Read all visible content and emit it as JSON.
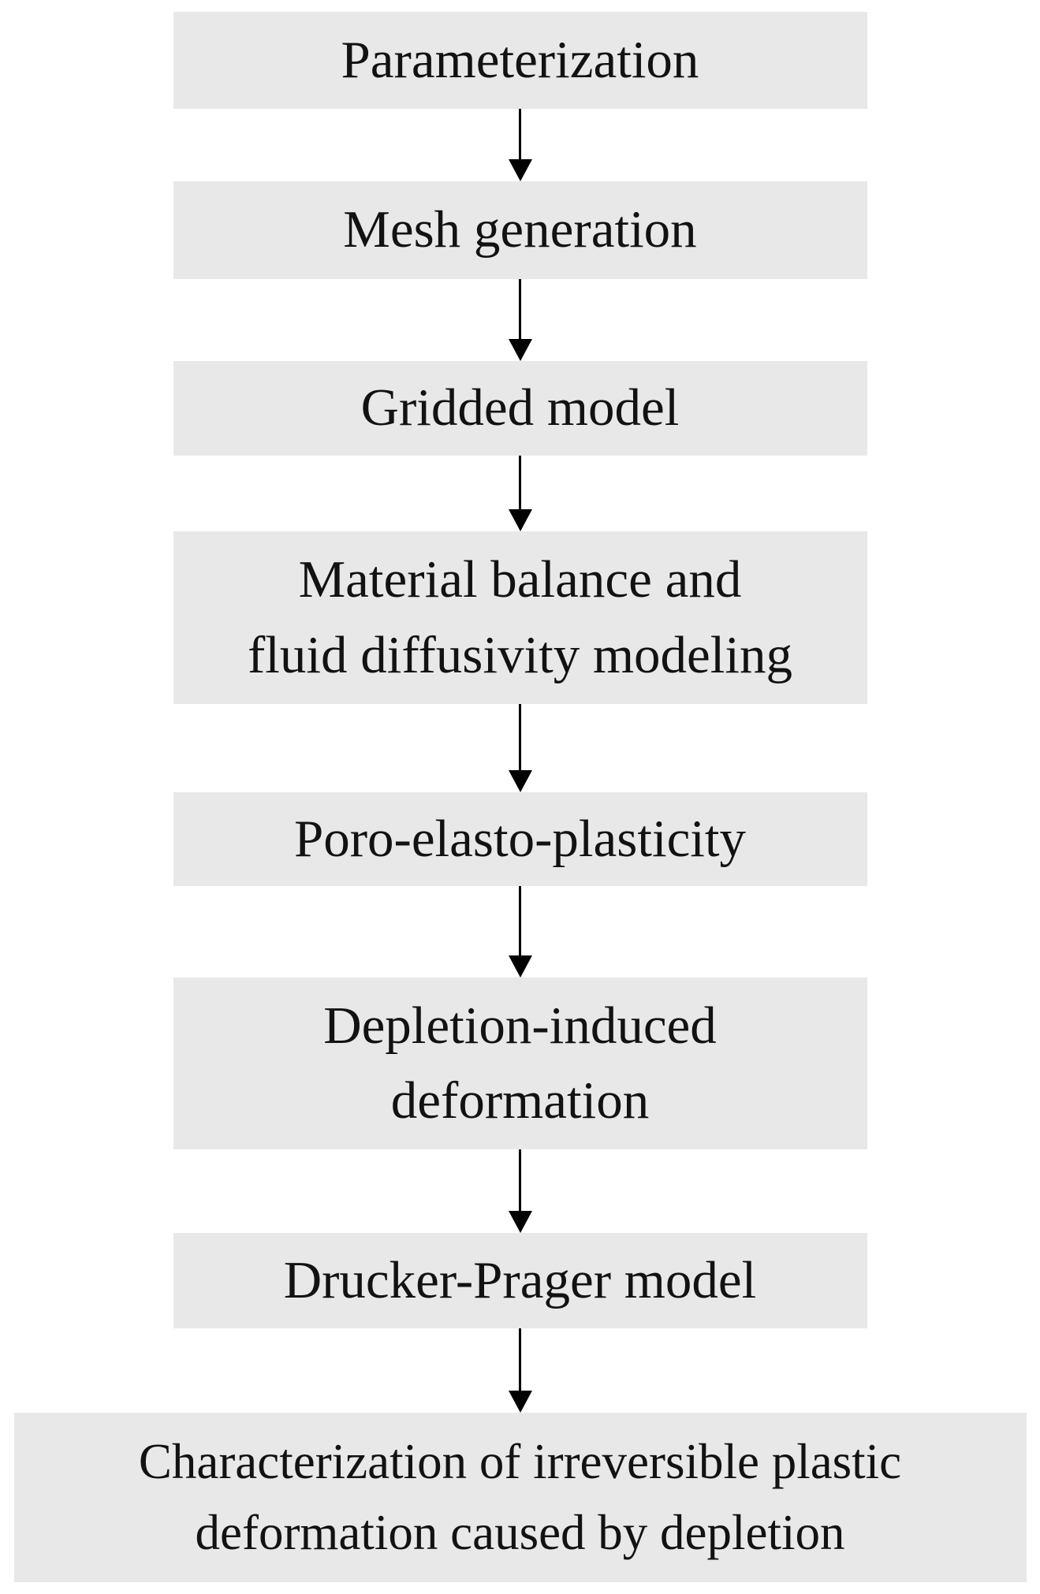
{
  "diagram": {
    "title": "simulation-workflow-flowchart",
    "colors": {
      "background": "#ffffff",
      "box_fill": "#e8e8e8",
      "text": "#121212",
      "arrow": "#000000"
    },
    "steps": [
      {
        "label": "Parameterization"
      },
      {
        "label": "Mesh generation"
      },
      {
        "label": "Gridded model"
      },
      {
        "label": "Material balance and\nfluid diffusivity modeling"
      },
      {
        "label": "Poro-elasto-plasticity"
      },
      {
        "label": "Depletion-induced\ndeformation"
      },
      {
        "label": "Drucker-Prager model"
      },
      {
        "label": "Characterization of irreversible plastic\ndeformation caused by depletion"
      }
    ],
    "connector": "down-arrow"
  }
}
